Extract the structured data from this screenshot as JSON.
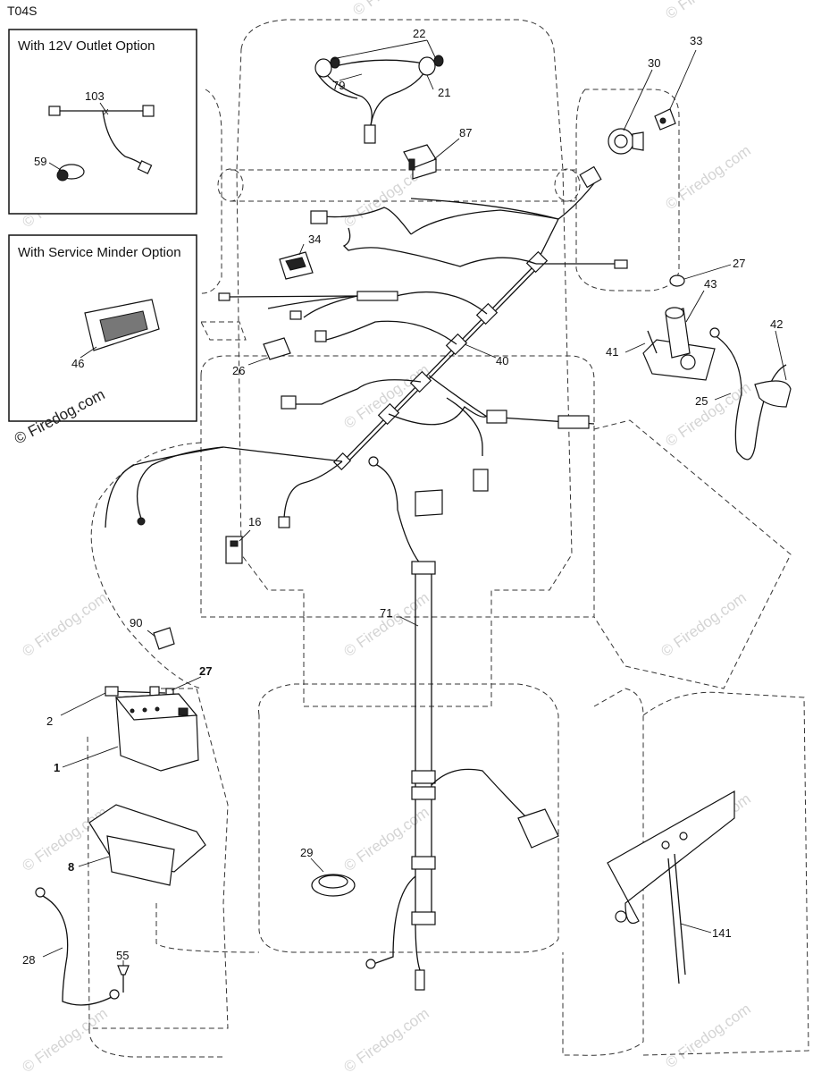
{
  "diagram_code": "T04S",
  "option_boxes": {
    "outlet_title": "With 12V Outlet Option",
    "service_title": "With Service Minder Option"
  },
  "copyright": "© Firedog.com",
  "watermark_text": "© Firedog.com",
  "callouts": {
    "c22": "22",
    "c33": "33",
    "c30": "30",
    "c79": "79",
    "c21": "21",
    "c87": "87",
    "c103": "103",
    "c59": "59",
    "c34": "34",
    "c27a": "27",
    "c43": "43",
    "c42": "42",
    "c41": "41",
    "c26": "26",
    "c40": "40",
    "c46": "46",
    "c25": "25",
    "c16": "16",
    "c71": "71",
    "c90": "90",
    "c27b": "27",
    "c2": "2",
    "c1": "1",
    "c8": "8",
    "c29": "29",
    "c141": "141",
    "c28": "28",
    "c55": "55"
  }
}
